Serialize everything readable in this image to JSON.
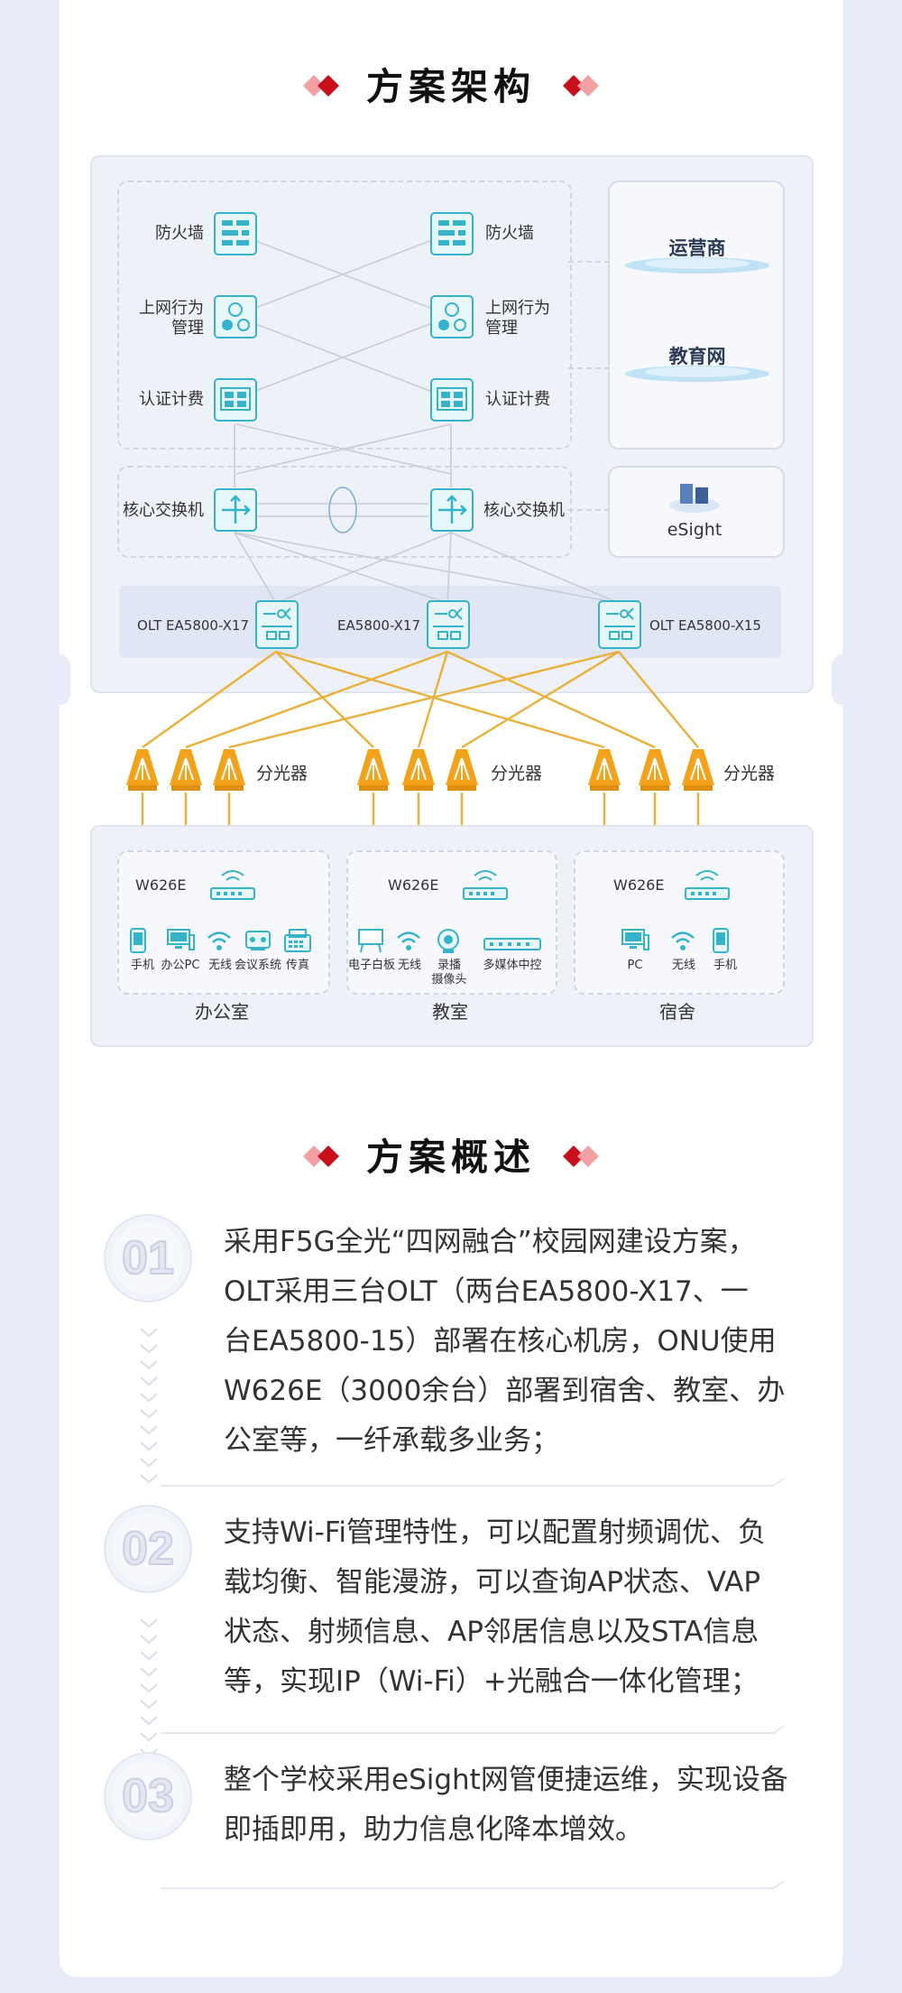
{
  "sections": {
    "architecture_title": "方案架构",
    "overview_title": "方案概述"
  },
  "diagram": {
    "left_stack": [
      "防火墙",
      "上网行为\n管理",
      "认证计费"
    ],
    "right_stack": [
      "防火墙",
      "上网行为\n管理",
      "认证计费"
    ],
    "clouds": [
      "运营商",
      "教育网"
    ],
    "core_left": "核心交换机",
    "core_right": "核心交换机",
    "esight": "eSight",
    "olt": [
      "OLT EA5800-X17",
      "EA5800-X17",
      "OLT EA5800-X15"
    ],
    "splitter_label": "分光器",
    "onu_model": "W626E",
    "office_terminals": [
      "手机",
      "办公PC",
      "无线",
      "会议系统",
      "传真"
    ],
    "classroom_terminals": [
      "电子白板",
      "无线",
      "录播\n摄像头",
      "多媒体中控"
    ],
    "dorm_terminals": [
      "PC",
      "无线",
      "手机"
    ],
    "areas": [
      "办公室",
      "教室",
      "宿舍"
    ],
    "colors": {
      "accent": "#c8101c",
      "cyan": "#35b3c8",
      "orange": "#f3a31b",
      "line_gray": "#c9ccd6",
      "fiber": "#e9b13b"
    }
  },
  "overview": {
    "items": [
      {
        "number": "01",
        "lines": [
          "采用F5G全光“四网融合”校园网建设方案，",
          "OLT采用三台OLT（两台EA5800-X17、一",
          "台EA5800-15）部署在核心机房，ONU使用",
          "W626E（3000余台）部署到宿舍、教室、办",
          "公室等，一纤承载多业务；"
        ]
      },
      {
        "number": "02",
        "lines": [
          "支持Wi-Fi管理特性，可以配置射频调优、负",
          "载均衡、智能漫游，可以查询AP状态、VAP",
          "状态、射频信息、AP邻居信息以及STA信息",
          "等，实现IP（Wi-Fi）+光融合一体化管理；"
        ]
      },
      {
        "number": "03",
        "lines": [
          "整个学校采用eSight网管便捷运维，实现设备",
          "即插即用，助力信息化降本增效。"
        ]
      }
    ]
  }
}
